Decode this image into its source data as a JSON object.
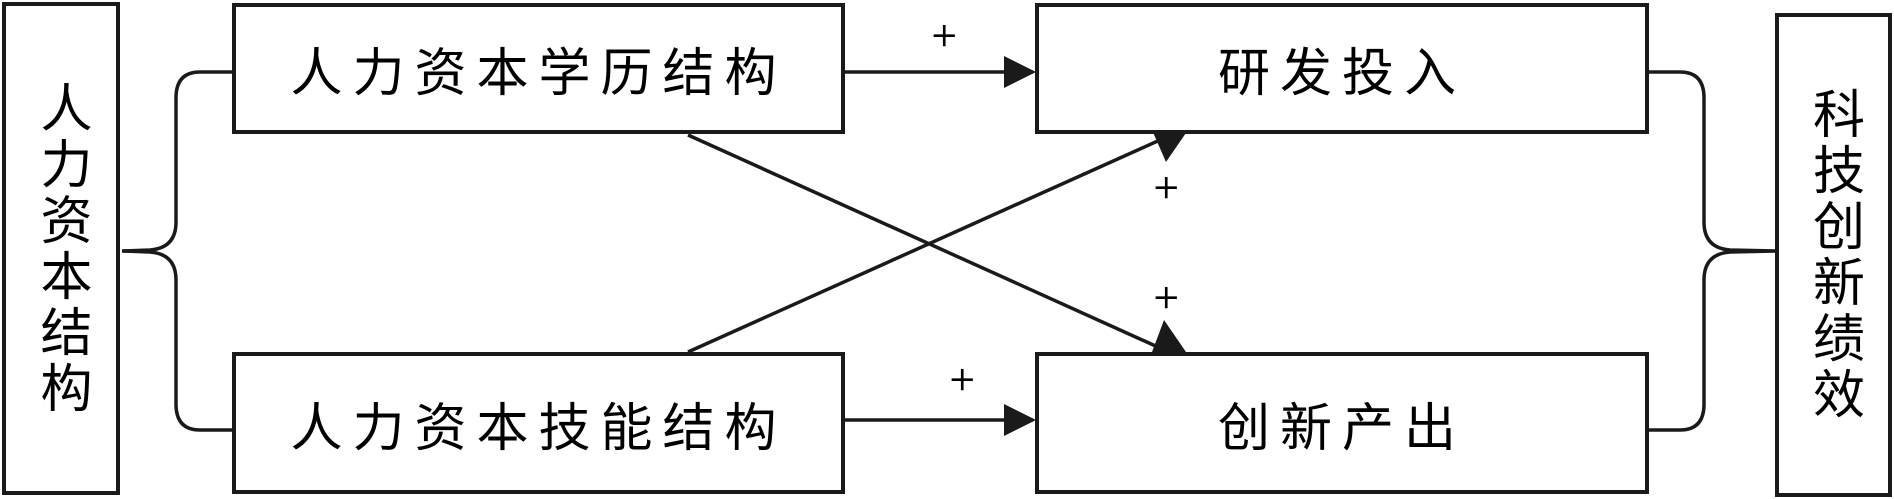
{
  "left_box": {
    "label": "人力资本结构"
  },
  "right_box": {
    "label": "科技创新绩效"
  },
  "box_edu": {
    "label": "人力资本学历结构"
  },
  "box_skill": {
    "label": "人力资本技能结构"
  },
  "box_rd": {
    "label": "研发投入"
  },
  "box_output": {
    "label": "创新产出"
  },
  "signs": {
    "edu_to_rd": "+",
    "skill_to_rd": "+",
    "edu_to_output": "+",
    "skill_to_output": "+"
  }
}
